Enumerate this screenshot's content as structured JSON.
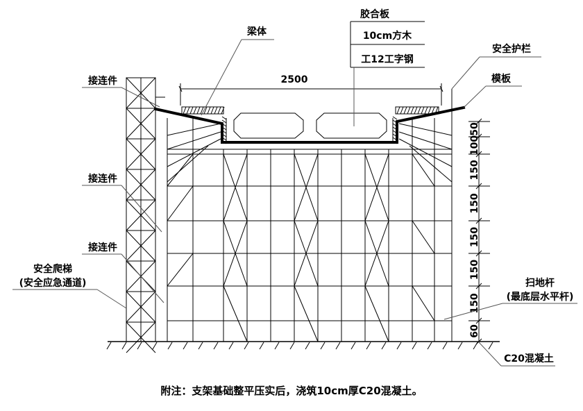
{
  "labels": {
    "jiaoheban": "胶合板",
    "liangti": "梁体",
    "fangmu": "10cm方木",
    "gangliang": "工12工字钢",
    "anquanhulan": "安全护栏",
    "moban": "模板",
    "jielianjian_1": "接连件",
    "jielianjian_2": "接连件",
    "jielianjian_3": "接连件",
    "pati_line1": "安全爬梯",
    "pati_line2": "(安全应急通道)",
    "saodigan_line1": "扫地杆",
    "saodigan_line2": "(最底层水平杆)",
    "hunningtu": "C20混凝土"
  },
  "dimensions": {
    "width": "2500",
    "spacings": [
      "50",
      "100",
      "150",
      "150",
      "150",
      "150",
      "150",
      "60"
    ]
  },
  "note": "附注：支架基础整平压实后，浇筑10cm厚C20混凝土。"
}
